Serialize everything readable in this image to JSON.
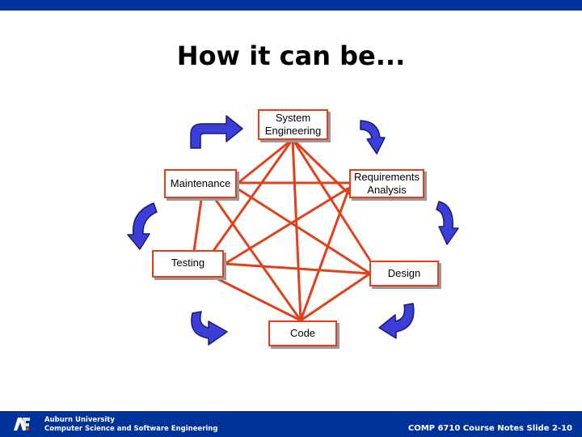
{
  "slide": {
    "title": "How it can be..."
  },
  "nodes": {
    "system_engineering": "System\nEngineering",
    "requirements_analysis": "Requirements\nAnalysis",
    "design": "Design",
    "code": "Code",
    "testing": "Testing",
    "maintenance": "Maintenance"
  },
  "footer": {
    "university": "Auburn University",
    "department": "Computer Science and Software Engineering",
    "slide_ref": "COMP 6710 Course Notes Slide 2-10"
  },
  "colors": {
    "accent_blue": "#003399",
    "connector_red": "#e2401b",
    "arrow_blue": "#3b3fd8"
  }
}
